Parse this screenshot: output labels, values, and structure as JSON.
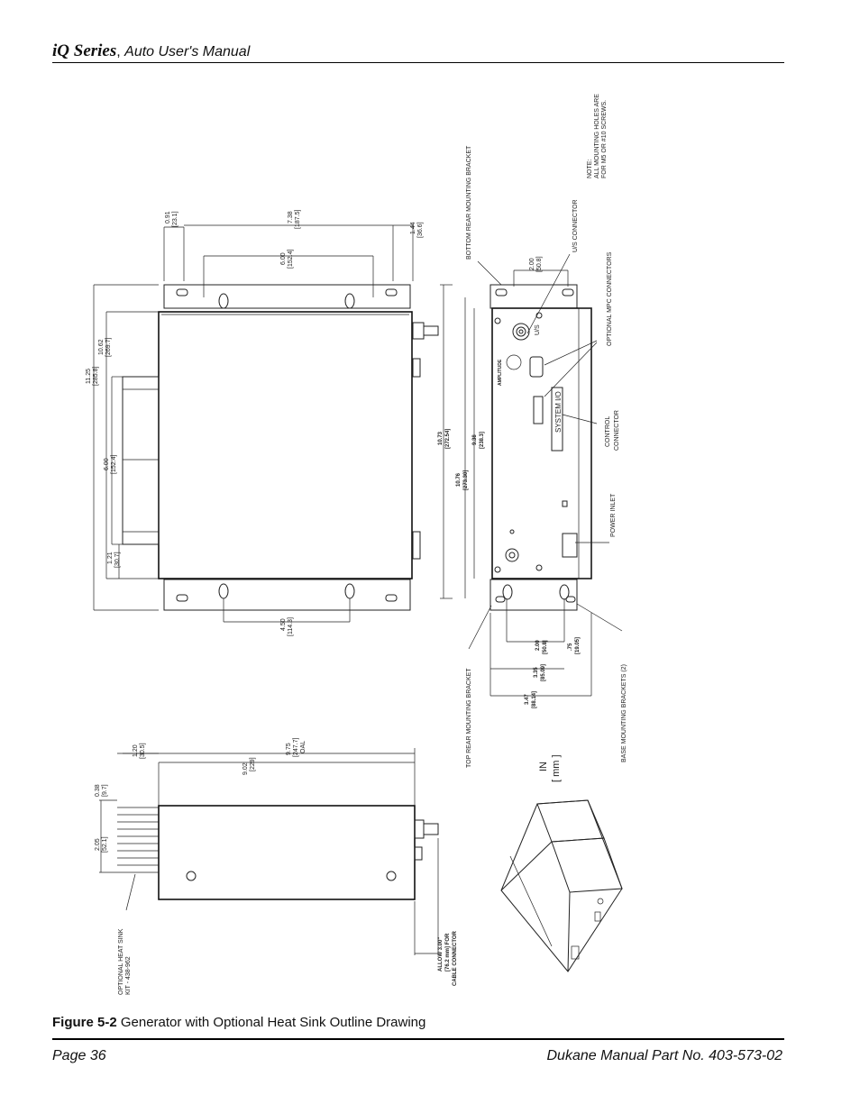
{
  "header": {
    "brand": "iQ Series",
    "subtitle": "Auto User's Manual"
  },
  "drawing": {
    "dims": {
      "d091": "0.91",
      "d091mm": "[23.1]",
      "d738": "7.38",
      "d738mm": "[187.5]",
      "d600": "6.00",
      "d600mm": "[152.4]",
      "d144": "1.44",
      "d144mm": "[36.6]",
      "d1125": "11.25",
      "d1125mm": "[285.8]",
      "d1062": "10.62",
      "d1062mm": "[269.7]",
      "d600b": "6.00",
      "d600bmm": "[152.4]",
      "d121": "1.21",
      "d121mm": "[30.7]",
      "d450": "4.50",
      "d450mm": "[114.3]",
      "d1073": "10.73",
      "d1073mm": "[272.54]",
      "d938": "9.38",
      "d938mm": "[238.3]",
      "d1076": "10.76",
      "d1076mm": "[273.30]",
      "d200": "2.00",
      "d200mm": "[50.8]",
      "d200b": "2.00",
      "d200bmm": "[50.8]",
      "d335": "3.35",
      "d335mm": "[85.09]",
      "d075": ".75",
      "d075mm": "[19.05]",
      "d347": "3.47",
      "d347mm": "[88.14]",
      "d120": "1.20",
      "d120mm": "[30.5]",
      "d038": "0.38",
      "d038mm": "[9.7]",
      "d902": "9.02",
      "d902mm": "[229]",
      "d975": "9.75",
      "d975mm": "[247.7]",
      "d975oal": "OAL",
      "d205": "2.05",
      "d205mm": "[52.1]",
      "allow1": "ALLOW 3.00\"",
      "allow2": "[76.2 mm] FOR",
      "allow3": "CABLE CONNECTOR"
    },
    "labels": {
      "note1": "NOTE:",
      "note2": "ALL MOUNTING HOLES ARE",
      "note3": "FOR M5 OR #10 SCREWS.",
      "bottom_bracket": "BOTTOM REAR MOUNTING BRACKET",
      "us_connector": "U/S CONNECTOR",
      "mpc": "OPTIONAL MPC CONNECTORS",
      "control1": "CONTROL",
      "control2": "CONNECTOR",
      "power_inlet": "POWER INLET",
      "base_brackets": "BASE MOUNTING BRACKETS (2)",
      "top_bracket": "TOP REAR MOUNTING BRACKET",
      "heatsink1": "OPTIONAL HEAT SINK",
      "heatsink2": "KIT - 438-962",
      "system_io": "SYSTEM I/O",
      "us": "U/S",
      "amplitude": "AMPLITUDE",
      "unit_in": "IN",
      "unit_mm": "[ mm ]"
    }
  },
  "caption": {
    "figure": "Figure 5-2",
    "text": " Generator with Optional Heat Sink Outline Drawing"
  },
  "footer": {
    "page": "Page   36",
    "part": "Dukane Manual Part No. 403-573-02"
  }
}
